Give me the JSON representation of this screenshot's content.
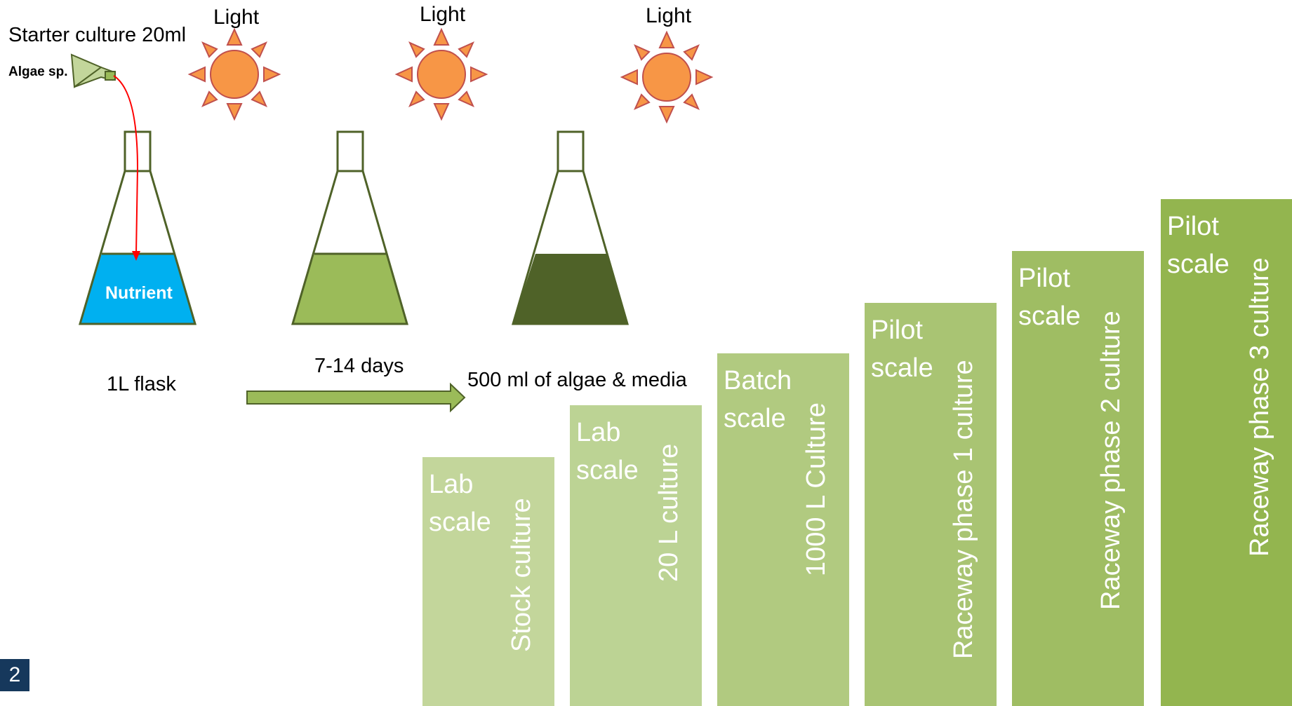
{
  "colors": {
    "nutrient": "#00b0f0",
    "culture_light": "#9bbb59",
    "culture_dark": "#4f6228",
    "flask_outline": "#4f6228",
    "sun_fill": "#f79646",
    "sun_stroke": "#c0504d",
    "arrow_fill": "#9bbb59",
    "pour_line": "#ff0000",
    "badge": "#16385c"
  },
  "labels": {
    "starter_culture": "Starter culture 20ml",
    "algae_sp": "Algae sp.",
    "light": "Light",
    "nutrient": "Nutrient",
    "flask_1l": "1L flask",
    "days": "7-14 days",
    "result": "500 ml of algae & media",
    "page_number": "2"
  },
  "icons": [
    "sun-icon",
    "flask-icon",
    "pipette-icon",
    "arrow-right-icon"
  ],
  "stages": [
    {
      "scale": "Lab scale",
      "culture": "Stock culture",
      "color": "#c3d69b"
    },
    {
      "scale": "Lab scale",
      "culture": "20 L culture",
      "color": "#bcd394"
    },
    {
      "scale": "Batch scale",
      "culture": "1000 L  Culture",
      "color": "#b1ca80"
    },
    {
      "scale": "Pilot scale",
      "culture": "Raceway phase 1 culture",
      "color": "#a9c473"
    },
    {
      "scale": "Pilot scale",
      "culture": "Raceway phase 2 culture",
      "color": "#9fbd63"
    },
    {
      "scale": "Pilot scale",
      "culture": "Raceway phase 3 culture",
      "color": "#93b54f"
    }
  ]
}
